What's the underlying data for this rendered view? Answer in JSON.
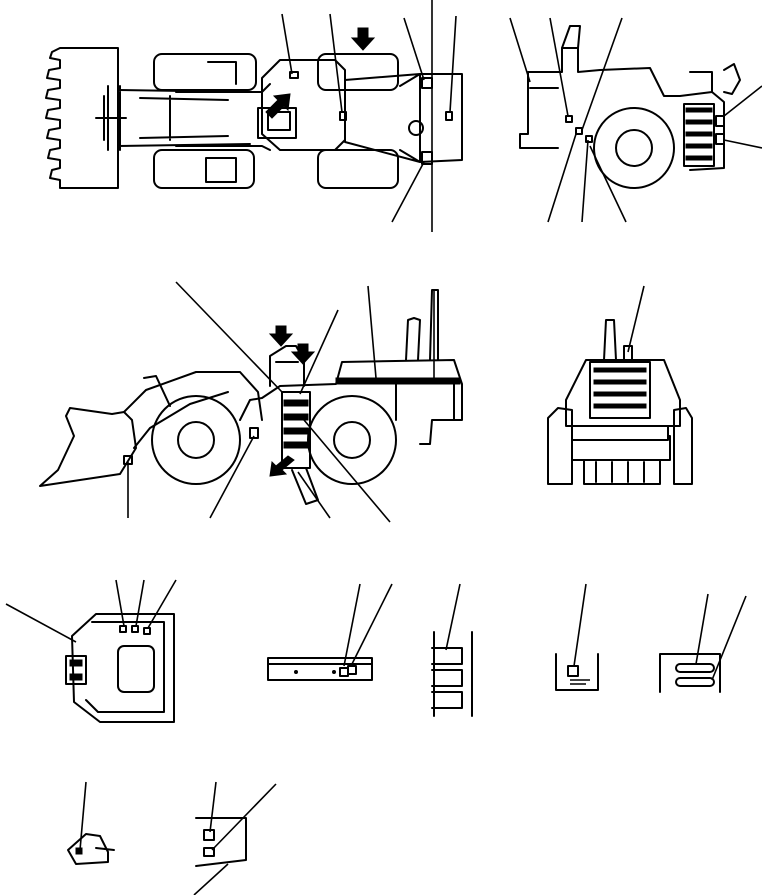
{
  "diagram": {
    "line_color": "#000000",
    "background": "#ffffff",
    "views": [
      {
        "id": "top-view",
        "callouts": 7,
        "arrows": 2
      },
      {
        "id": "rear-side-view",
        "callouts": 8
      },
      {
        "id": "left-side-view",
        "callouts": 7,
        "arrows": 3
      },
      {
        "id": "rear-view",
        "callouts": 1
      },
      {
        "id": "cab-detail",
        "callouts": 4
      },
      {
        "id": "panel-detail",
        "callouts": 2
      },
      {
        "id": "grille-detail",
        "callouts": 1
      },
      {
        "id": "plate-detail",
        "callouts": 1
      },
      {
        "id": "slot-detail",
        "callouts": 2
      },
      {
        "id": "bracket-detail",
        "callouts": 1
      },
      {
        "id": "cover-detail",
        "callouts": 2
      }
    ]
  }
}
